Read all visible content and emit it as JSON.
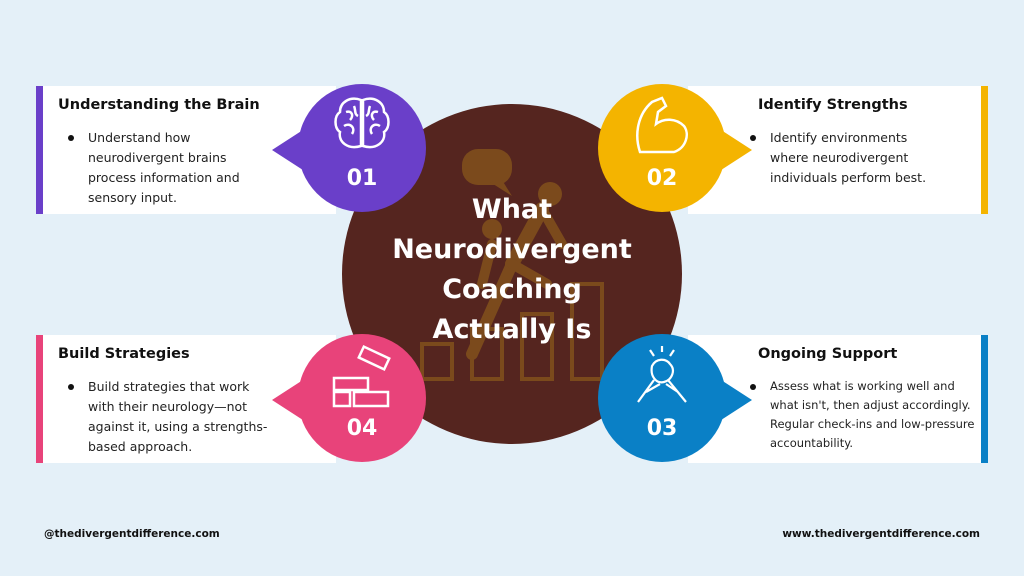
{
  "title_lines": [
    "What",
    "Neurodivergent",
    "Coaching",
    "Actually Is"
  ],
  "steps": [
    {
      "number": "01",
      "heading": "Understanding the Brain",
      "bullet": "Understand how neurodivergent brains process information and sensory input.",
      "icon": "brain-icon",
      "color": "#6a3fc9"
    },
    {
      "number": "02",
      "heading": "Identify Strengths",
      "bullet": "Identify environments where neurodivergent individuals perform best.",
      "icon": "flexed-arm-icon",
      "color": "#f4b400"
    },
    {
      "number": "03",
      "heading": "Ongoing Support",
      "bullet": "Assess what is working well and what isn't, then adjust accordingly. Regular check-ins and low-pressure accountability.",
      "icon": "clasped-hands-icon",
      "color": "#0a80c6"
    },
    {
      "number": "04",
      "heading": "Build Strategies",
      "bullet": "Build strategies that work with their neurology—not against it, using a strengths-based approach.",
      "icon": "building-blocks-icon",
      "color": "#e8437a"
    }
  ],
  "footer": {
    "handle": "@thedivergentdifference.com",
    "website": "www.thedivergentdifference.com"
  },
  "colors": {
    "background": "#e4f0f8",
    "center": "#55251f",
    "figure": "#7b4a1c"
  }
}
